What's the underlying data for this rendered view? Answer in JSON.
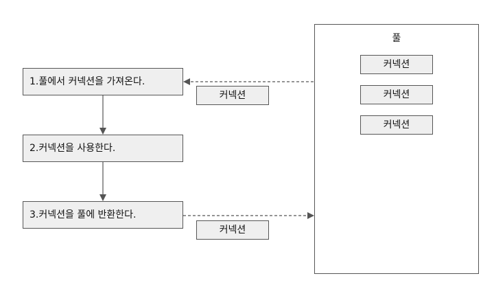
{
  "steps": {
    "get": "1.풀에서 커넥션을 가져온다.",
    "use": "2.커넥션을 사용한다.",
    "return": "3.커넥션을 풀에 반환한다."
  },
  "pool": {
    "title": "풀",
    "connections": [
      "커넥션",
      "커넥션",
      "커넥션"
    ]
  },
  "transfer": {
    "outgoing": "커넥션",
    "incoming": "커넥션"
  }
}
